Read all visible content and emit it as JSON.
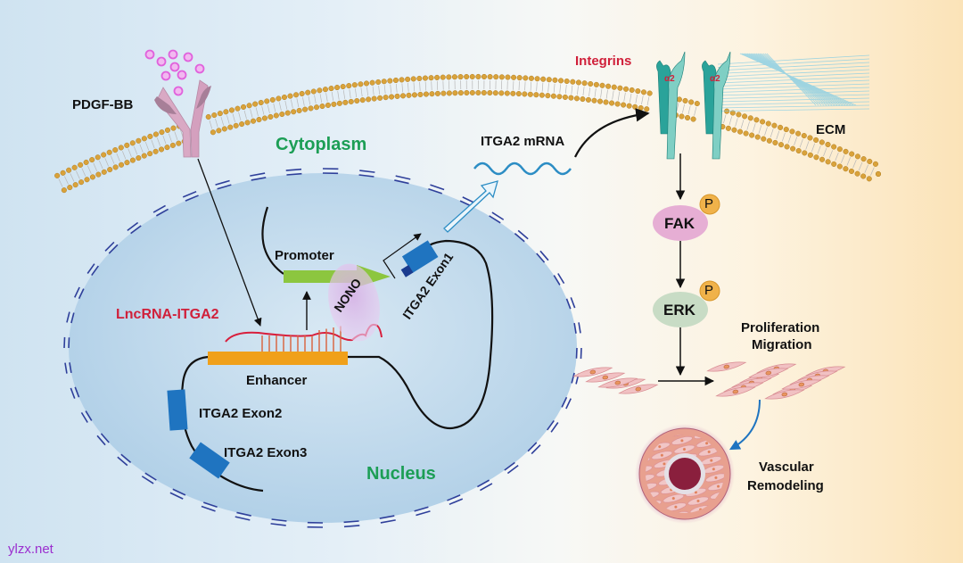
{
  "diagram": {
    "title_hint": "LncRNA-ITGA2 regulates ITGA2 via NONO, promoting FAK/ERK signaling and vascular remodeling",
    "labels": {
      "pdgf_bb": "PDGF-BB",
      "cytoplasm": "Cytoplasm",
      "integrins": "Integrins",
      "ecm": "ECM",
      "itga2_mrna": "ITGA2 mRNA",
      "alpha2": "α2",
      "fak": "FAK",
      "erk": "ERK",
      "phospho": "P",
      "promoter": "Promoter",
      "nono": "NONO",
      "itga2_exon1": "ITGA2 Exon1",
      "lncrna": "LncRNA-ITGA2",
      "enhancer": "Enhancer",
      "itga2_exon2": "ITGA2 Exon2",
      "itga2_exon3": "ITGA2 Exon3",
      "nucleus": "Nucleus",
      "proliferation": "Proliferation",
      "migration": "Migration",
      "vascular": "Vascular",
      "remodeling": "Remodeling"
    },
    "colors": {
      "membrane_head": "#d9a23a",
      "receptor": "#d9a9c4",
      "ligand": "#e27ae0",
      "integrin": "#2aa39a",
      "integrin_label": "#d0203a",
      "nucleus_fill": "#bcd6ea",
      "envelope": "#2e3f9a",
      "promoter": "#8cc63f",
      "enhancer": "#f0a01a",
      "exon": "#1f74c0",
      "lncrna": "#d81e3c",
      "nono": "#c79ad7",
      "fak": "#e4a9d3",
      "erk": "#c6dcc3",
      "phospho": "#f0b24a",
      "mrna": "#2c8dc4",
      "vessel_lumen": "#8a1f3d"
    }
  },
  "watermark": "ylzx.net"
}
